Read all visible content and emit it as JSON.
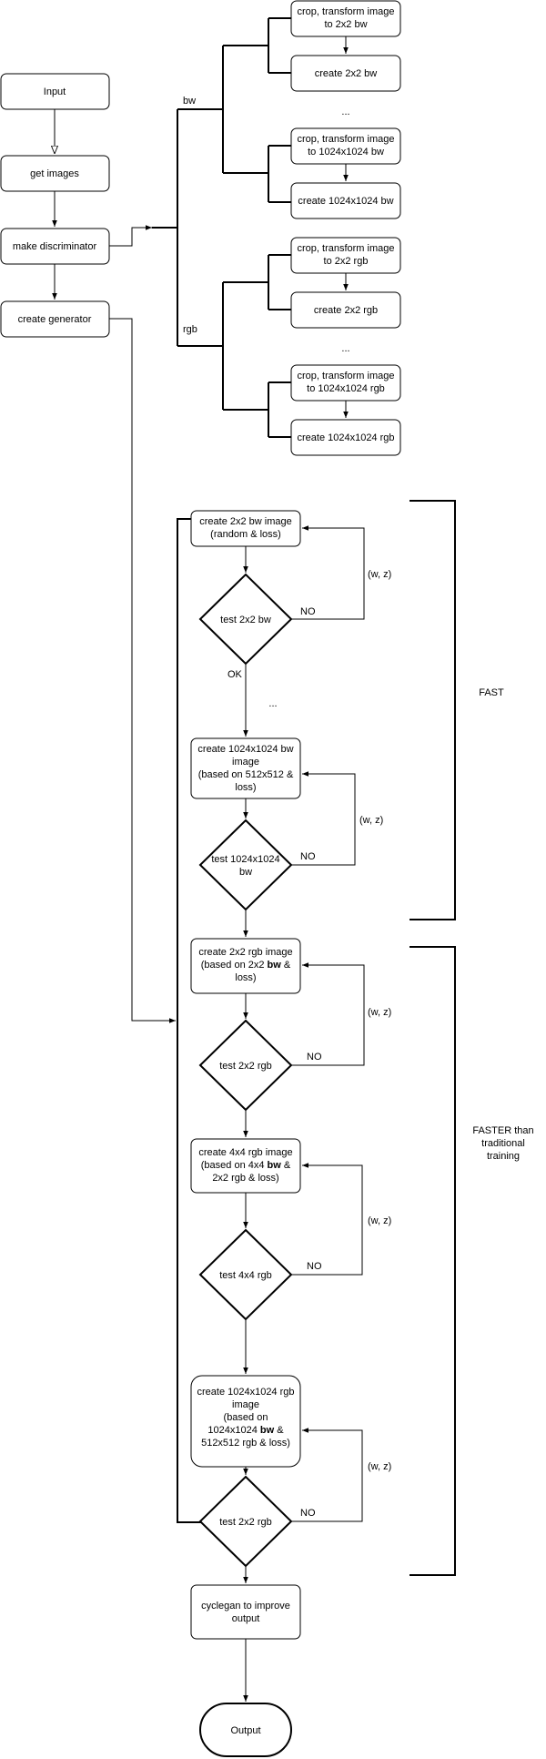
{
  "nodes": {
    "input": "Input",
    "get_images": "get images",
    "make_discriminator": "make discriminator",
    "create_generator": "create generator",
    "crop_2x2_bw": [
      "crop, transform image",
      "to 2x2 bw"
    ],
    "create_2x2_bw": "create 2x2 bw",
    "crop_1024_bw": [
      "crop, transform image",
      "to 1024x1024 bw"
    ],
    "create_1024_bw": "create 1024x1024 bw",
    "crop_2x2_rgb": [
      "crop, transform image",
      "to 2x2 rgb"
    ],
    "create_2x2_rgb": "create 2x2 rgb",
    "crop_1024_rgb": [
      "crop, transform image",
      "to 1024x1024 rgb"
    ],
    "create_1024_rgb": "create 1024x1024 rgb",
    "gen_2x2_bw": [
      "create 2x2 bw image",
      "(random & loss)"
    ],
    "test_2x2_bw": "test 2x2 bw",
    "gen_1024_bw": [
      "create 1024x1024 bw",
      "image",
      "(based on 512x512 &",
      "loss)"
    ],
    "test_1024_bw": [
      "test 1024x1024",
      "bw"
    ],
    "gen_2x2_rgb": {
      "l1": "create 2x2 rgb image",
      "l2a": "(based on 2x2 ",
      "l2b": "bw",
      "l2c": " &",
      "l3": "loss)"
    },
    "test_2x2_rgb": "test 2x2 rgb",
    "gen_4x4_rgb": {
      "l1": "create 4x4 rgb image",
      "l2a": "(based on 4x4 ",
      "l2b": "bw",
      "l2c": " &",
      "l3": "2x2 rgb & loss)"
    },
    "test_4x4_rgb": "test 4x4 rgb",
    "gen_1024_rgb": {
      "l1": "create 1024x1024 rgb",
      "l2": "image",
      "l3": "(based on",
      "l4a": "1024x1024 ",
      "l4b": "bw",
      "l4c": " &",
      "l5": "512x512 rgb & loss)"
    },
    "test_final_rgb": "test 2x2 rgb",
    "cyclegan": [
      "cyclegan to improve",
      "output"
    ],
    "output": "Output"
  },
  "labels": {
    "bw": "bw",
    "rgb": "rgb",
    "ellipsis": "...",
    "ok": "OK",
    "no": "NO",
    "feedback": "(w, z)",
    "fast": "FAST",
    "faster": [
      "FASTER than",
      "traditional",
      "training"
    ]
  }
}
